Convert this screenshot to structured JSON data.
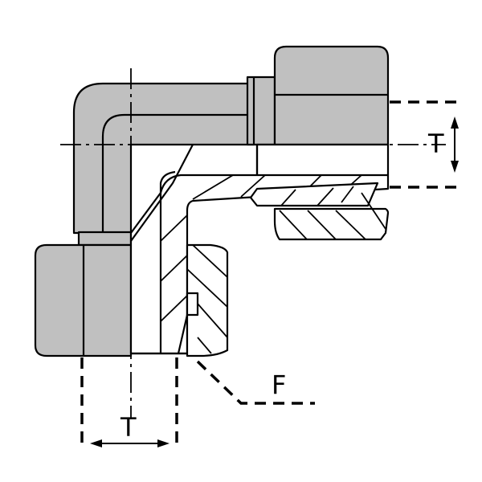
{
  "diagram": {
    "type": "technical cross-section drawing of 90-degree elbow tube fitting",
    "labels": {
      "tube_dimension_right": "T",
      "tube_dimension_bottom": "T",
      "thread_leader": "F"
    },
    "colors": {
      "body_fill": "#c0c0c0",
      "line": "#000000",
      "background": "#ffffff"
    }
  }
}
